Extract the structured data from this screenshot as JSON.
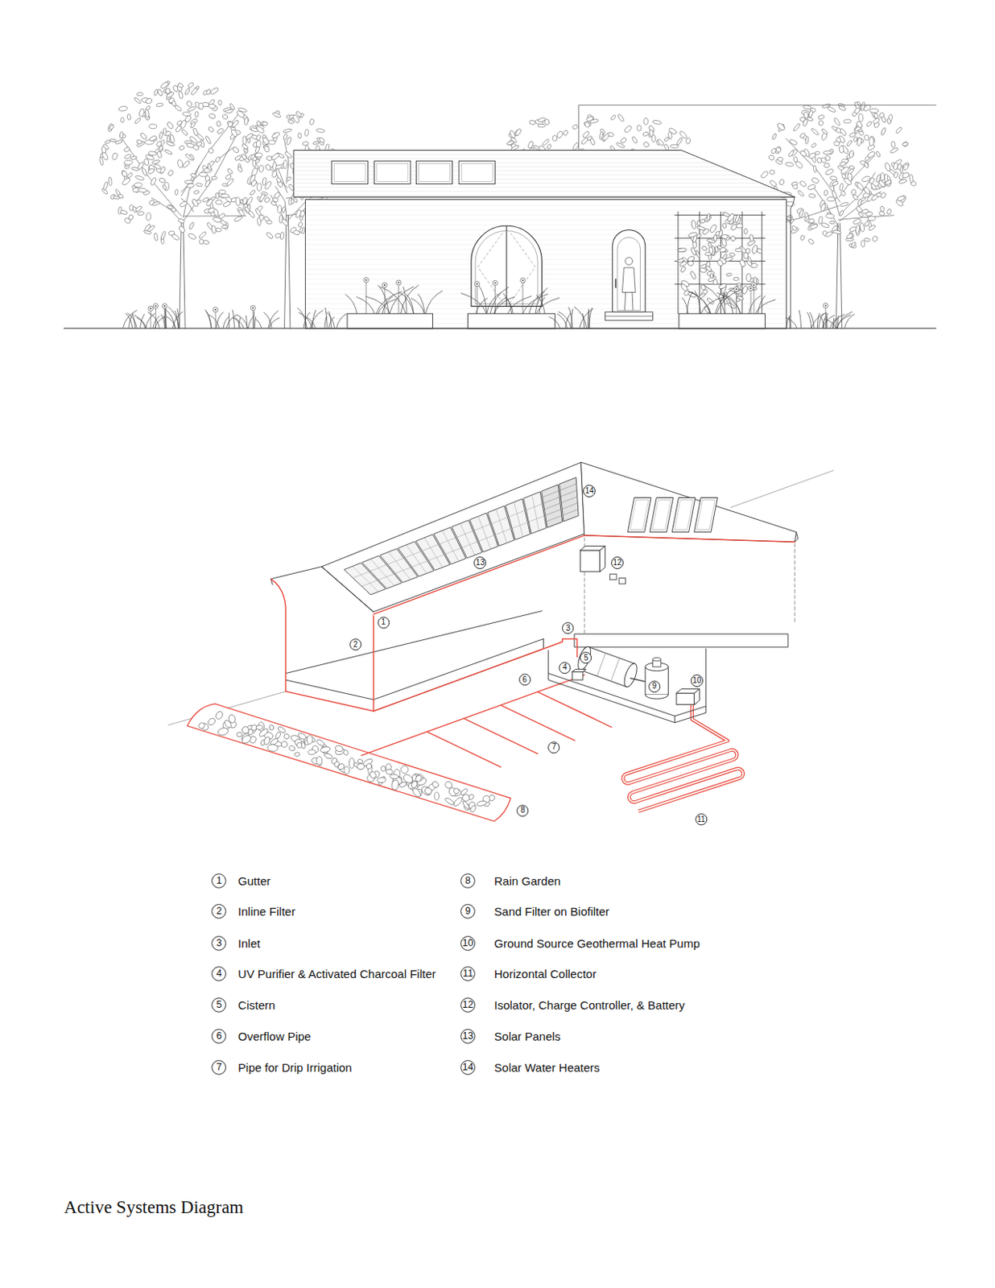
{
  "diagram": {
    "caption": "Active Systems Diagram",
    "nodes": [
      {
        "text": [
          "14"
        ]
      },
      {
        "text": [
          "13"
        ]
      },
      {
        "text": [
          "12"
        ]
      },
      {
        "text": [
          "1"
        ]
      },
      {
        "text": [
          "3"
        ]
      },
      {
        "text": [
          "2"
        ]
      },
      {
        "text": [
          "5"
        ]
      },
      {
        "text": [
          "4"
        ]
      },
      {
        "text": [
          "6"
        ]
      },
      {
        "text": [
          "9"
        ]
      },
      {
        "text": [
          "10"
        ]
      },
      {
        "text": [
          "7"
        ]
      },
      {
        "text": [
          "8"
        ]
      },
      {
        "text": [
          "11"
        ]
      },
      {
        "text": [
          "1"
        ]
      },
      {
        "text": [
          "2"
        ]
      },
      {
        "text": [
          "3"
        ]
      },
      {
        "text": [
          "4"
        ]
      },
      {
        "text": [
          "5"
        ]
      },
      {
        "text": [
          "6"
        ]
      },
      {
        "text": [
          "7"
        ]
      },
      {
        "text": [
          "8"
        ]
      },
      {
        "text": [
          "9"
        ]
      },
      {
        "text": [
          "10"
        ]
      },
      {
        "text": [
          "11"
        ]
      },
      {
        "text": [
          "12"
        ]
      },
      {
        "text": [
          "13"
        ]
      },
      {
        "text": [
          "14"
        ]
      }
    ],
    "labels": [
      "Gutter",
      "Inline Filter",
      "Inlet",
      "UV Purifier & Activated Charcoal Filter",
      "Cistern",
      "Overflow Pipe",
      "Pipe for Drip Irrigation",
      "Rain Garden",
      "Sand Filter on Biofilter",
      "Ground Source Geothermal Heat Pump",
      "Horizontal Collector",
      "Isolator, Charge Controller, & Battery",
      "Solar Panels",
      "Solar Water Heaters"
    ]
  }
}
